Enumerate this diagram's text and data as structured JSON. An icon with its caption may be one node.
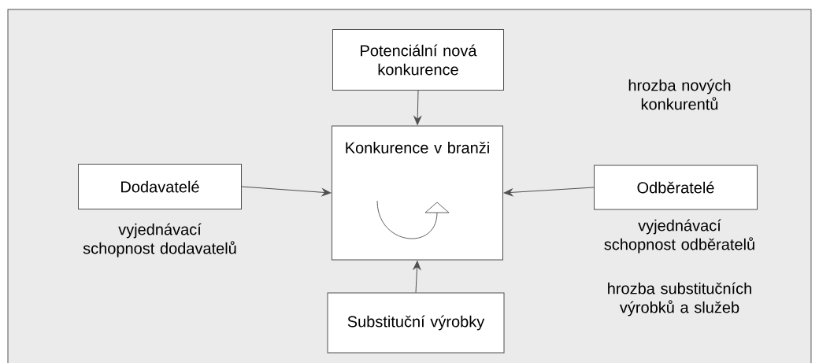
{
  "diagram": {
    "nodes": [
      {
        "text": [
          "Potenciální nová konkurence"
        ]
      },
      {
        "text": [
          "Konkurence v branži"
        ]
      },
      {
        "text": [
          "Dodavatelé"
        ],
        "beside": [
          "vyjednávací schopnost dodavatelů"
        ]
      },
      {
        "text": [
          "Odběratelé"
        ],
        "beside": [
          "vyjednávací schopnost odběratelů"
        ]
      },
      {
        "text": [
          "Substituční výrobky"
        ]
      }
    ],
    "edges": [
      {
        "from": 0,
        "to": 1,
        "arrow": "to"
      },
      {
        "from": 2,
        "to": 1,
        "arrow": "to"
      },
      {
        "from": 3,
        "to": 1,
        "arrow": "to"
      },
      {
        "from": 4,
        "to": 1,
        "arrow": "to"
      }
    ],
    "labels": [
      "hrozba nových konkurentů",
      "hrozba substitučních výrobků a služeb"
    ]
  }
}
